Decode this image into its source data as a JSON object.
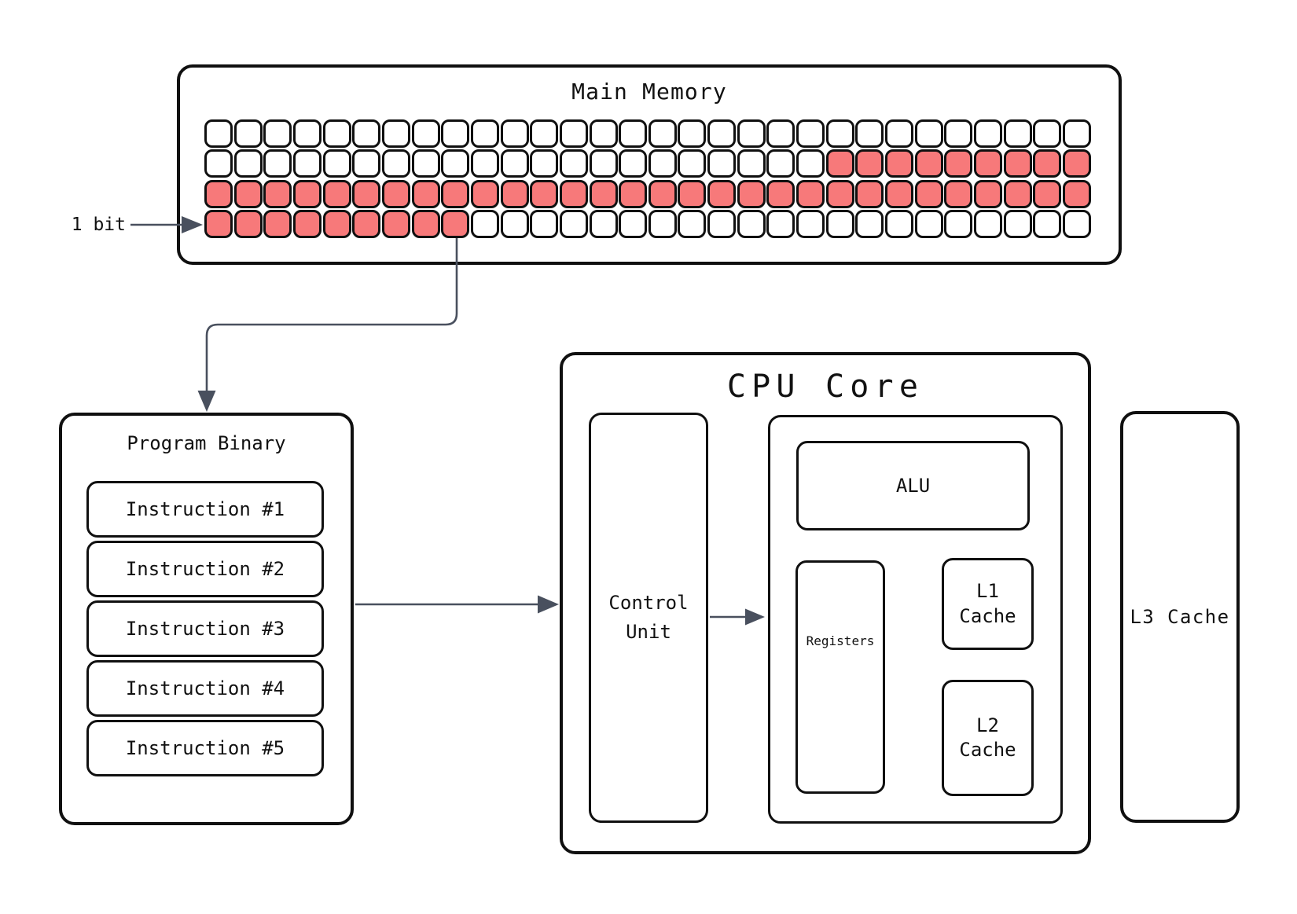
{
  "colors": {
    "box_border": "#101010",
    "bit_on": "#f7797a",
    "bit_off": "#ffffff",
    "connector": "#49505e",
    "text": "#111111",
    "background": "#ffffff"
  },
  "main_memory": {
    "title": "Main Memory",
    "bit_annotation": {
      "label": "1 bit"
    },
    "grid": {
      "rows": 4,
      "cols": 30,
      "highlighted": [
        {
          "row": 1,
          "from": 21,
          "to": 29
        },
        {
          "row": 2,
          "from": 0,
          "to": 29
        },
        {
          "row": 3,
          "from": 0,
          "to": 8
        }
      ]
    }
  },
  "program_binary": {
    "title": "Program Binary",
    "instructions": [
      "Instruction #1",
      "Instruction #2",
      "Instruction #3",
      "Instruction #4",
      "Instruction #5"
    ]
  },
  "cpu_core": {
    "title": "CPU Core",
    "control_unit_label": "Control Unit",
    "alu_label": "ALU",
    "registers_label": "Registers",
    "l1_label": "L1 Cache",
    "l2_label": "L2 Cache"
  },
  "l3_cache": {
    "label": "L3 Cache"
  }
}
